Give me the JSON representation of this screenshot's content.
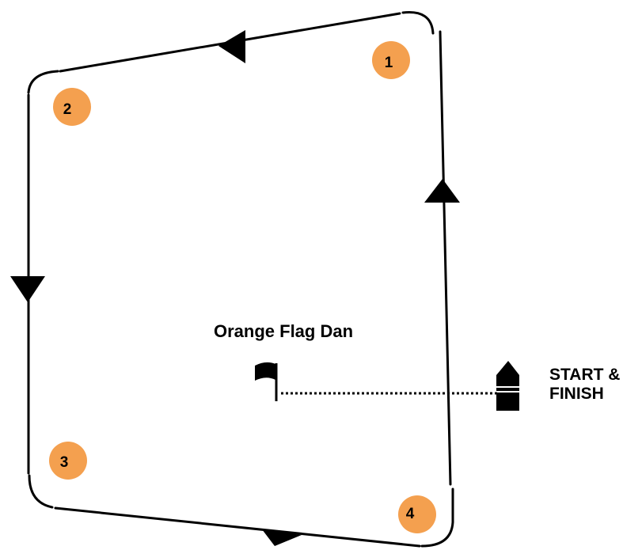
{
  "labels": {
    "flag_name": "Orange Flag Dan",
    "start_line1": "START &",
    "start_line2": "FINISH"
  },
  "marks": [
    {
      "number": "1"
    },
    {
      "number": "2"
    },
    {
      "number": "3"
    },
    {
      "number": "4"
    }
  ],
  "colors": {
    "mark_fill": "#f4a04f",
    "line": "#000000"
  },
  "icons": {
    "flag": "flag-icon",
    "boat": "boat-icon",
    "direction": "arrow-icon"
  }
}
